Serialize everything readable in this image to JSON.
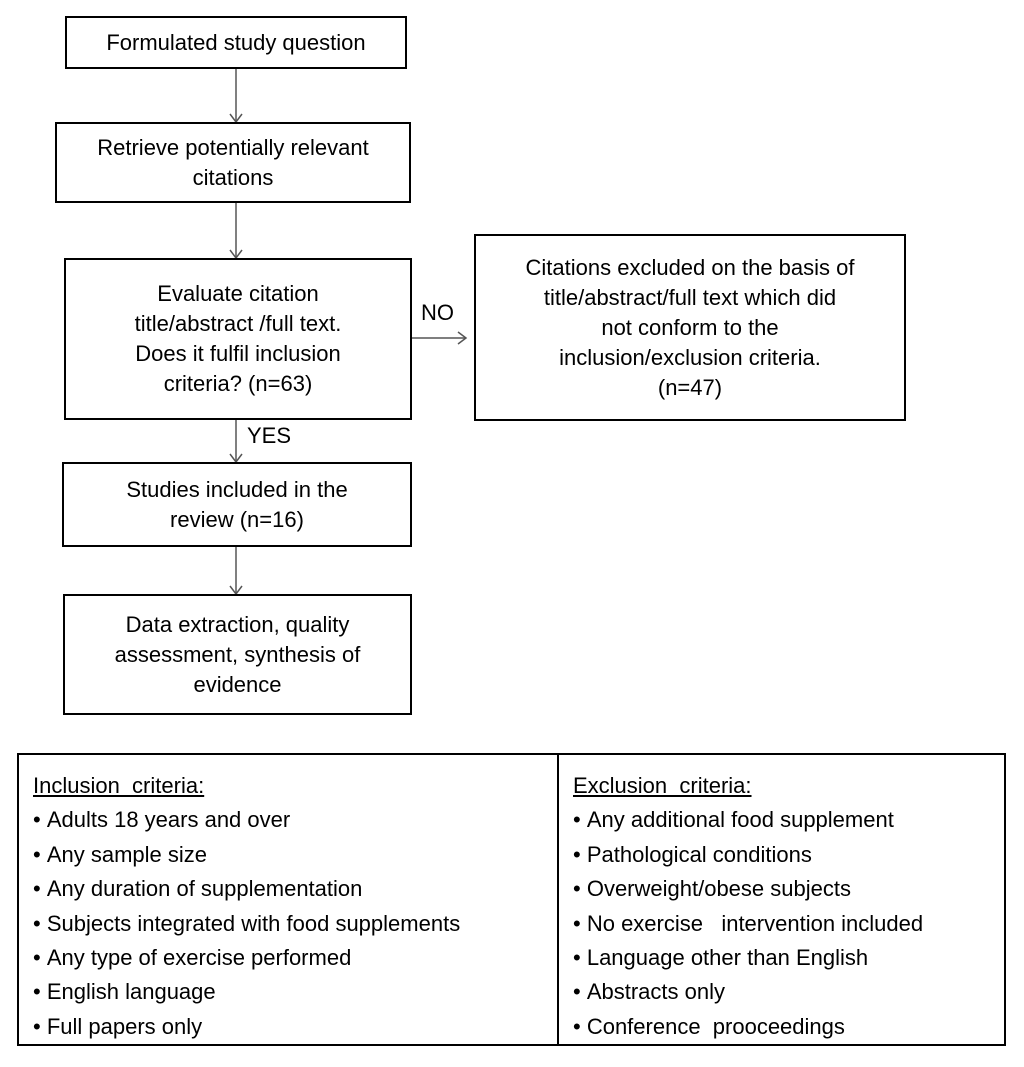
{
  "flow": {
    "step1": "Formulated study question",
    "step2_line1": "Retrieve potentially relevant",
    "step2_line2": "citations",
    "step3_line1": "Evaluate citation",
    "step3_line2": "title/abstract /full text.",
    "step3_line3": "Does it fulfil inclusion",
    "step3_line4": "criteria? (n=63)",
    "no_label": "NO",
    "yes_label": "YES",
    "excluded_line1": "Citations excluded on the basis of",
    "excluded_line2": "title/abstract/full text which did",
    "excluded_line3": "not conform to the",
    "excluded_line4": "inclusion/exclusion criteria.",
    "excluded_line5": "(n=47)",
    "step4_line1": "Studies included in the",
    "step4_line2": "review (n=16)",
    "step5_line1": "Data extraction, quality",
    "step5_line2": "assessment, synthesis of",
    "step5_line3": "evidence"
  },
  "inclusion": {
    "heading": "Inclusion  criteria:",
    "items": [
      "Adults 18 years and over",
      "Any sample size",
      "Any duration of supplementation",
      "Subjects integrated with food supplements",
      "Any type of exercise performed",
      "English language",
      "Full papers only"
    ]
  },
  "exclusion": {
    "heading": "Exclusion  criteria:",
    "items": [
      "Any additional food supplement",
      "Pathological conditions",
      "Overweight/obese subjects",
      "No exercise   intervention included",
      "Language other than English",
      "Abstracts only",
      "Conference  prooceedings"
    ]
  }
}
